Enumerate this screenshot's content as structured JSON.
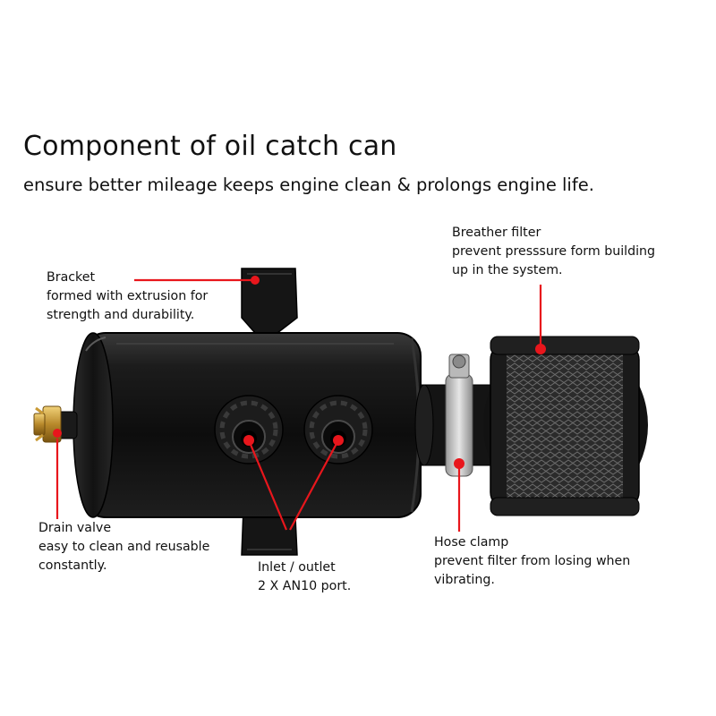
{
  "header": {
    "title": "Component of oil catch can",
    "subtitle": "ensure better mileage keeps engine clean & prolongs engine life."
  },
  "callouts": {
    "bracket": {
      "name": "Bracket",
      "lines": [
        "formed with extrusion for",
        "strength and durability."
      ]
    },
    "breather_filter": {
      "name": "Breather filter",
      "lines": [
        "prevent presssure form building",
        "up in the system."
      ]
    },
    "drain_valve": {
      "name": "Drain valve",
      "lines": [
        "easy to clean and reusable",
        "constantly."
      ]
    },
    "inlet_outlet": {
      "name": "Inlet / outlet",
      "lines": [
        "2 X AN10 port."
      ]
    },
    "hose_clamp": {
      "name": "Hose clamp",
      "lines": [
        "prevent filter from losing when",
        "vibrating."
      ]
    }
  },
  "colors": {
    "accent": "#e8161c",
    "can_body": "#161616",
    "text": "#111111"
  }
}
